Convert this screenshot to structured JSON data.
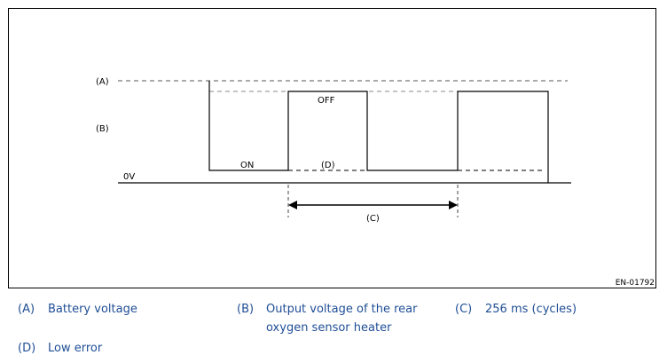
{
  "diagram": {
    "labels": {
      "a": "(A)",
      "b": "(B)",
      "zero": "0V",
      "on": "ON",
      "off": "OFF",
      "d": "(D)",
      "c": "(C)"
    },
    "figure_id": "EN-01792"
  },
  "legend": [
    {
      "key": "(A)",
      "lines": [
        "Battery voltage"
      ]
    },
    {
      "key": "(B)",
      "lines": [
        "Output voltage of the rear",
        "oxygen sensor heater"
      ]
    },
    {
      "key": "(C)",
      "lines": [
        "256 ms (cycles)"
      ]
    },
    {
      "key": "(D)",
      "lines": [
        "Low error"
      ]
    }
  ]
}
